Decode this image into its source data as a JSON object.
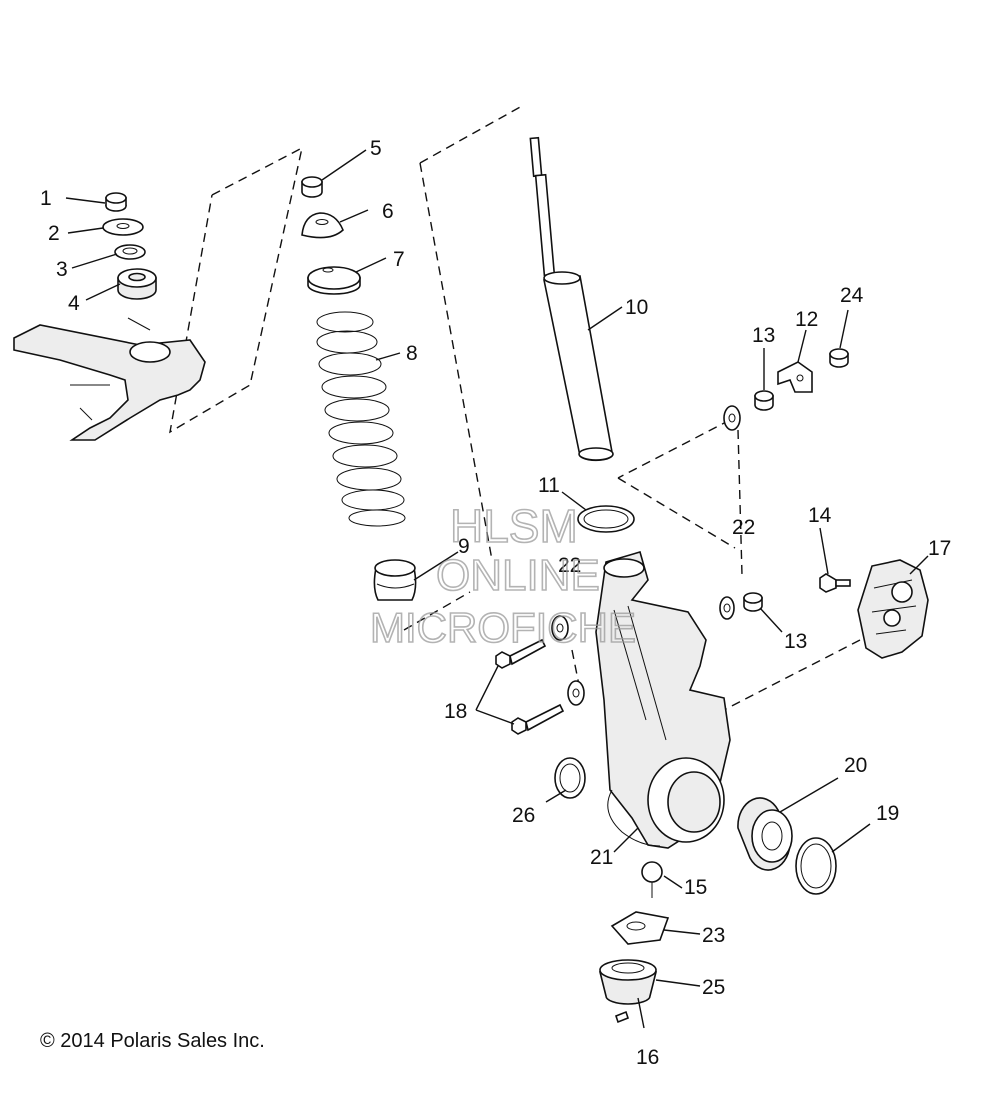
{
  "diagram": {
    "callouts": [
      "1",
      "2",
      "3",
      "4",
      "5",
      "6",
      "7",
      "8",
      "9",
      "10",
      "11",
      "12",
      "13",
      "13",
      "14",
      "15",
      "16",
      "17",
      "18",
      "19",
      "20",
      "21",
      "22",
      "22",
      "23",
      "24",
      "25",
      "26"
    ],
    "watermark": {
      "line1": "HLSM",
      "line2": "ONLINE",
      "line3": "MICROFICHE"
    },
    "copyright": "© 2014 Polaris Sales Inc."
  }
}
